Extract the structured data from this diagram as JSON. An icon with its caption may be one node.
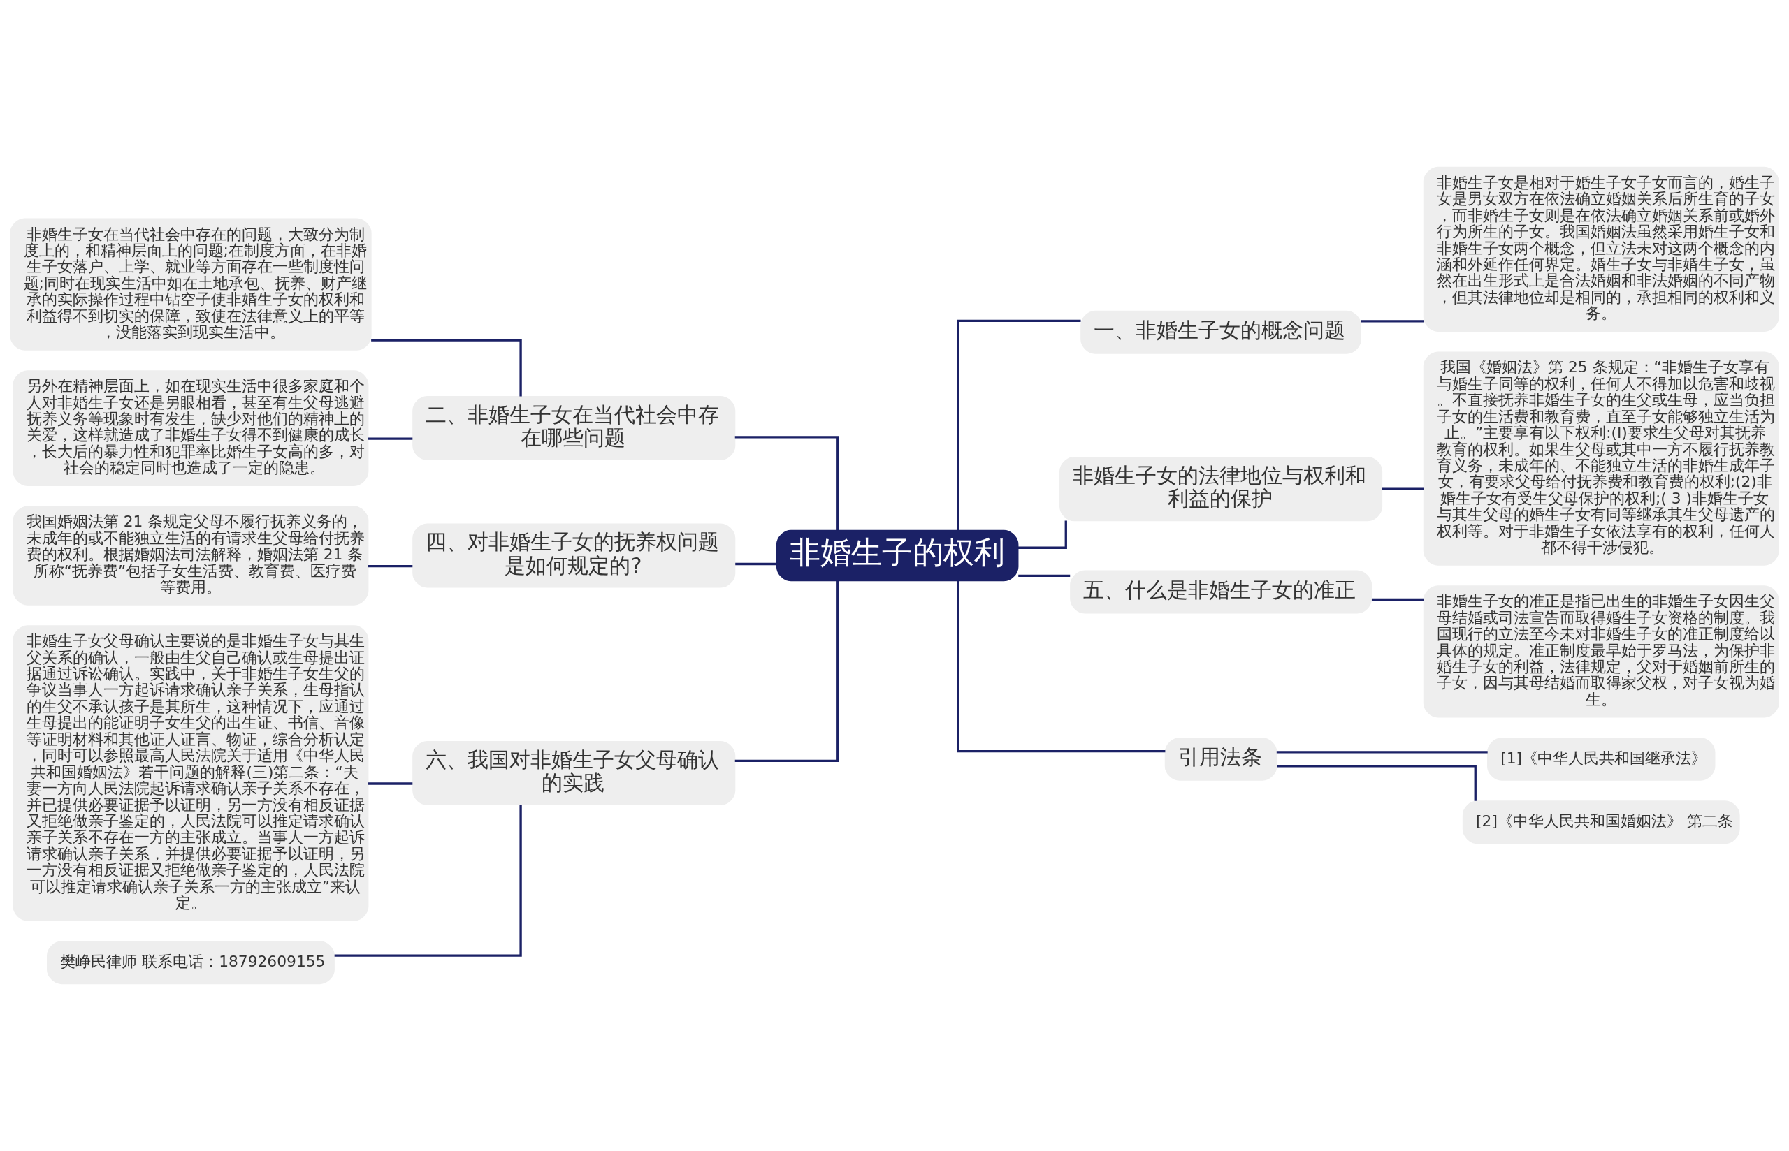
{
  "diagram": {
    "nodes": [
      {
        "text": [
          "非婚生子的权利"
        ]
      },
      {
        "text": [
          "二、非婚生子女在当代社会中存在哪些问题"
        ]
      },
      {
        "text": [
          "非婚生子女在当代社会中存在的问题，大致分为制度上的，和精神层面上的问题;在制度方面，在非婚生子女落户、上学、就业等方面存在一些制度性问题;同时在现实生活中如在土地承包、抚养、财产继承的实际操作过程中钻空子使非婚生子女的权利和利益得不到切实的保障，致使在法律意义上的平等，没能落实到现实生活中。"
        ]
      },
      {
        "text": [
          "另外在精神层面上，如在现实生活中很多家庭和个人对非婚生子女还是另眼相看，甚至有生父母逃避抚养义务等现象时有发生，缺少对他们的精神上的关爱，这样就造成了非婚生子女得不到健康的成长，长大后的暴力性和犯罪率比婚生子女高的多，对社会的稳定同时也造成了一定的隐患。"
        ]
      },
      {
        "text": [
          "四、对非婚生子女的抚养权问题是如何规定的?"
        ]
      },
      {
        "text": [
          "我国婚姻法第 21 条规定父母不履行抚养义务的，未成年的或不能独立生活的有请求生父母给付抚养费的权利。根据婚姻法司法解释，婚姻法第 21 条所称“抚养费”包括子女生活费、教育费、医疗费等费用。"
        ]
      },
      {
        "text": [
          "六、我国对非婚生子女父母确认的实践"
        ]
      },
      {
        "text": [
          "非婚生子女父母确认主要说的是非婚生子女与其生父关系的确认，一般由生父自己确认或生母提出证据通过诉讼确认。实践中，关于非婚生子女生父的争议当事人一方起诉请求确认亲子关系，生母指认的生父不承认孩子是其所生，这种情况下，应通过生母提出的能证明子女生父的出生证、书信、音像等证明材料和其他证人证言、物证，综合分析认定，同时可以参照最高人民法院关于适用《中华人民共和国婚姻法》若干问题的解释(三)第二条：“夫妻一方向人民法院起诉请求确认亲子关系不存在，并已提供必要证据予以证明，另一方没有相反证据又拒绝做亲子鉴定的，人民法院可以推定请求确认亲子关系不存在一方的主张成立。当事人一方起诉请求确认亲子关系，并提供必要证据予以证明，另一方没有相反证据又拒绝做亲子鉴定的，人民法院可以推定请求确认亲子关系一方的主张成立”来认定。"
        ]
      },
      {
        "text": [
          "樊峥民律师 联系电话：18792609155"
        ]
      },
      {
        "text": [
          "一、非婚生子女的概念问题"
        ]
      },
      {
        "text": [
          "非婚生子女是相对于婚生子女子女而言的，婚生子女是男女双方在依法确立婚姻关系后所生育的子女，而非婚生子女则是在依法确立婚姻关系前或婚外行为所生的子女。我国婚姻法虽然采用婚生子女和非婚生子女两个概念，但立法未对这两个概念的内涵和外延作任何界定。婚生子女与非婚生子女，虽然在出生形式上是合法婚姻和非法婚姻的不同产物，但其法律地位却是相同的，承担相同的权利和义务。"
        ]
      },
      {
        "text": [
          "非婚生子女的法律地位与权利和利益的保护"
        ]
      },
      {
        "text": [
          "我国《婚姻法》第 25 条规定：“非婚生子女享有与婚生子同等的权利，任何人不得加以危害和歧视。不直接抚养非婚生子女的生父或生母，应当负担子女的生活费和教育费，直至子女能够独立生活为止。”主要享有以下权利:(Ⅰ)要求生父母对其抚养教育的权利。如果生父母或其中一方不履行抚养教育义务，未成年的、不能独立生活的非婚生成年子女，有要求父母给付抚养费和教育费的权利;(2)非婚生子女有受生父母保护的权利;( 3 )非婚生子女与其生父母的婚生子女有同等继承其生父母遗产的权利等。对于非婚生子女依法享有的权利，任何人都不得干涉侵犯。"
        ]
      },
      {
        "text": [
          "五、什么是非婚生子女的准正"
        ]
      },
      {
        "text": [
          "非婚生子女的准正是指已出生的非婚生子女因生父母结婚或司法宣告而取得婚生子女资格的制度。我国现行的立法至今未对非婚生子女的准正制度给以具体的规定。准正制度最早始于罗马法，为保护非婚生子女的利益，法律规定，父对于婚姻前所生的子女，因与其母结婚而取得家父权，对子女视为婚生。"
        ]
      },
      {
        "text": [
          "引用法条"
        ]
      },
      {
        "text": [
          "[1]《中华人民共和国继承法》"
        ]
      },
      {
        "text": [
          "[2]《中华人民共和国婚姻法》 第二条"
        ]
      }
    ],
    "edges": [
      {
        "from": 0,
        "to": 1,
        "arrow": "none"
      },
      {
        "from": 1,
        "to": 2,
        "arrow": "none"
      },
      {
        "from": 1,
        "to": 3,
        "arrow": "none"
      },
      {
        "from": 0,
        "to": 4,
        "arrow": "none"
      },
      {
        "from": 4,
        "to": 5,
        "arrow": "none"
      },
      {
        "from": 0,
        "to": 6,
        "arrow": "none"
      },
      {
        "from": 6,
        "to": 7,
        "arrow": "none"
      },
      {
        "from": 6,
        "to": 8,
        "arrow": "none"
      },
      {
        "from": 0,
        "to": 9,
        "arrow": "none"
      },
      {
        "from": 9,
        "to": 10,
        "arrow": "none"
      },
      {
        "from": 0,
        "to": 11,
        "arrow": "none"
      },
      {
        "from": 11,
        "to": 12,
        "arrow": "none"
      },
      {
        "from": 0,
        "to": 13,
        "arrow": "none"
      },
      {
        "from": 13,
        "to": 14,
        "arrow": "none"
      },
      {
        "from": 0,
        "to": 15,
        "arrow": "none"
      },
      {
        "from": 15,
        "to": 16,
        "arrow": "none"
      },
      {
        "from": 15,
        "to": 17,
        "arrow": "none"
      }
    ]
  }
}
